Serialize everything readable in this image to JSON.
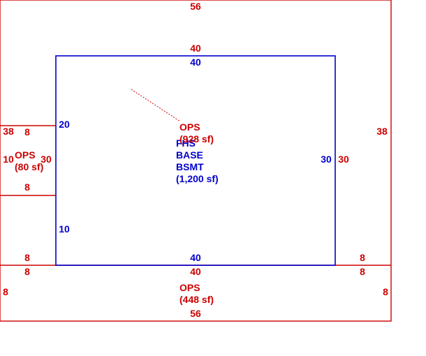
{
  "colors": {
    "ops": "#cc0000",
    "base": "#0000cc"
  },
  "outer": {
    "top": "56",
    "bottom": "56",
    "right": "38",
    "left_top": "38"
  },
  "main": {
    "top_outer": "40",
    "top_inner": "40",
    "bottom_inner": "40",
    "bottom_outer": "40",
    "left_upper": "20",
    "left_lower": "10",
    "right_inner": "30",
    "right_outer": "30"
  },
  "house": {
    "line1": "FHS",
    "line2": "BASE",
    "line3": "BSMT",
    "line4": "(1,200 sf)"
  },
  "ops_main": {
    "name": "OPS",
    "area": "(928 sf)"
  },
  "left_area": {
    "name": "OPS",
    "area": "(80 sf)",
    "top": "8",
    "bottom": "8",
    "left": "10",
    "right": "30"
  },
  "bottom_area": {
    "name": "OPS",
    "area": "(448 sf)",
    "top_left": "8",
    "top_left_outer": "8",
    "top_right": "8",
    "top_right_outer": "8",
    "left": "8",
    "right": "8"
  }
}
